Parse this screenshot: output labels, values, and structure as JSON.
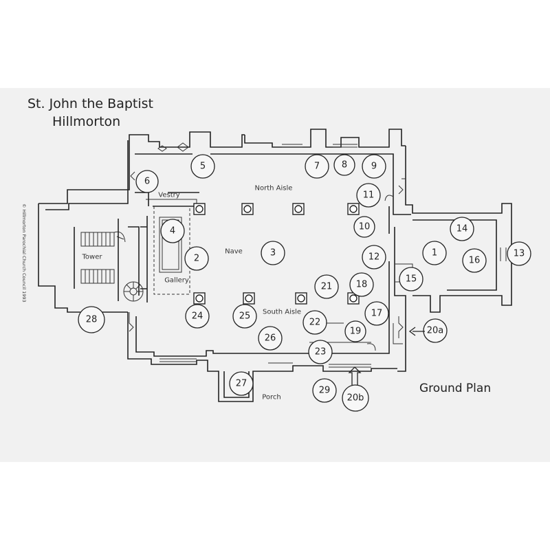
{
  "title": {
    "line1": "St. John the Baptist",
    "line2": "Hillmorton"
  },
  "caption": "Ground Plan",
  "copyright": "© Hillmorton Parochial Church Council 1993",
  "labels": {
    "vestry": "Vestry",
    "north_aisle": "North Aisle",
    "nave": "Nave",
    "tower": "Tower",
    "gallery": "Gallery",
    "south_aisle": "South Aisle",
    "porch": "Porch"
  },
  "markers": [
    "1",
    "2",
    "3",
    "4",
    "5",
    "6",
    "7",
    "8",
    "9",
    "10",
    "11",
    "12",
    "13",
    "14",
    "15",
    "16",
    "17",
    "18",
    "19",
    "20a",
    "20b",
    "21",
    "22",
    "23",
    "24",
    "25",
    "26",
    "27",
    "28",
    "29"
  ]
}
